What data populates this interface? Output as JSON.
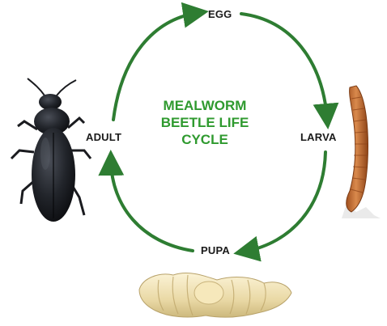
{
  "title": {
    "line1": "MEALWORM",
    "line2": "BEETLE LIFE",
    "line3": "CYCLE"
  },
  "stages": {
    "egg": "EGG",
    "larva": "LARVA",
    "pupa": "PUPA",
    "adult": "ADULT"
  },
  "colors": {
    "arrow": "#2e7d32",
    "title": "#2f9a2f",
    "label": "#1a1a1a"
  }
}
